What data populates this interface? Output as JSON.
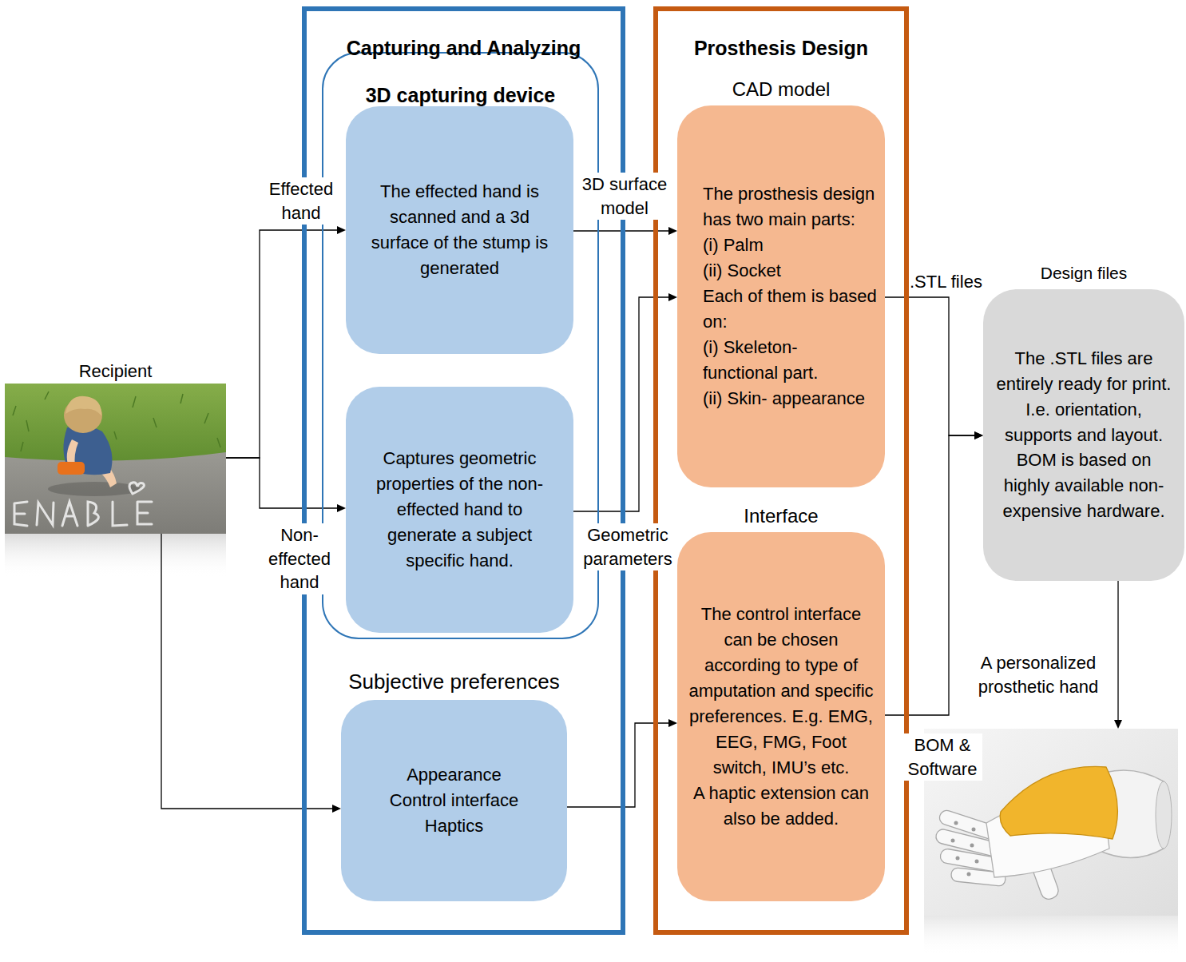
{
  "diagram": {
    "nodes": [
      {
        "text": [
          "Recipient"
        ]
      },
      {
        "text": [
          "Capturing and Analyzing"
        ]
      },
      {
        "text": [
          "3D capturing device"
        ],
        "in": 1
      },
      {
        "text": [
          "The effected hand is scanned and a 3d surface of the stump is generated"
        ],
        "in": 2
      },
      {
        "text": [
          "Captures geometric properties of the non-effected hand to generate a subject specific hand."
        ],
        "in": 2
      },
      {
        "text": [
          "Subjective preferences",
          "Appearance",
          "Control interface",
          "Haptics"
        ],
        "in": 1
      },
      {
        "text": [
          "Prosthesis Design"
        ]
      },
      {
        "text": [
          "CAD model",
          "The prosthesis design has two main parts:",
          "(i) Palm",
          "(ii) Socket",
          "Each of them is based on:",
          "(i) Skeleton- functional part.",
          "(ii) Skin- appearance"
        ],
        "in": 6
      },
      {
        "text": [
          "Interface",
          "The control interface can be chosen according to type of amputation and specific preferences. E.g. EMG, EEG, FMG, Foot switch, IMU’s etc.",
          "A haptic extension can also be added."
        ],
        "in": 6
      },
      {
        "text": [
          "Design files",
          "The .STL files are entirely ready for print. I.e. orientation, supports and layout.",
          "BOM is based on highly available non-expensive hardware."
        ]
      },
      {
        "text": [
          "A personalized prosthetic hand"
        ]
      }
    ],
    "edges": [
      {
        "from": 0,
        "to": 3,
        "label": "Effected hand",
        "arrow": "to"
      },
      {
        "from": 0,
        "to": 4,
        "label": "Non- effected hand",
        "arrow": "to"
      },
      {
        "from": 0,
        "to": 5,
        "arrow": "to"
      },
      {
        "from": 3,
        "to": 7,
        "label": "3D surface model",
        "arrow": "to"
      },
      {
        "from": 4,
        "to": 7,
        "label": "Geometric parameters",
        "arrow": "to"
      },
      {
        "from": 5,
        "to": 8,
        "arrow": "to"
      },
      {
        "from": 7,
        "to": 9,
        "label": ".STL files",
        "arrow": "to"
      },
      {
        "from": 8,
        "to": 9,
        "label": "BOM & Software",
        "arrow": "to"
      },
      {
        "from": 9,
        "to": 10,
        "arrow": "to"
      }
    ]
  }
}
